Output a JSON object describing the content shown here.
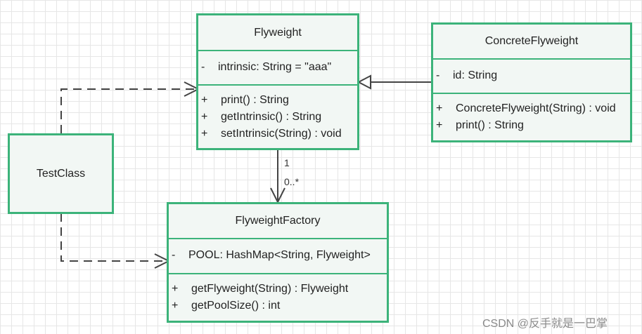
{
  "flyweight": {
    "name": "Flyweight",
    "attributes": [
      {
        "vis": "-",
        "text": "intrinsic: String = \"aaa\""
      }
    ],
    "methods": [
      {
        "vis": "+",
        "text": "print() : String"
      },
      {
        "vis": "+",
        "text": "getIntrinsic() : String"
      },
      {
        "vis": "+",
        "text": " setIntrinsic(String) : void"
      }
    ]
  },
  "concrete": {
    "name": "ConcreteFlyweight",
    "attributes": [
      {
        "vis": "-",
        "text": "id: String"
      }
    ],
    "methods": [
      {
        "vis": "+",
        "text": "ConcreteFlyweight(String) : void"
      },
      {
        "vis": "+",
        "text": "print() : String"
      }
    ]
  },
  "factory": {
    "name": "FlyweightFactory",
    "attributes": [
      {
        "vis": "-",
        "text": "POOL: HashMap<String, Flyweight>"
      }
    ],
    "methods": [
      {
        "vis": "+",
        "text": "getFlyweight(String) : Flyweight"
      },
      {
        "vis": "+",
        "text": "getPoolSize() : int"
      }
    ]
  },
  "testclass": {
    "name": "TestClass"
  },
  "association": {
    "source_multiplicity": "1",
    "target_multiplicity": "0..*"
  },
  "watermark": "CSDN @反手就是一巴掌",
  "colors": {
    "class_border": "#3cb37a",
    "class_fill": "#f2f7f4",
    "line": "#444444",
    "grid": "#e6e6e6"
  }
}
